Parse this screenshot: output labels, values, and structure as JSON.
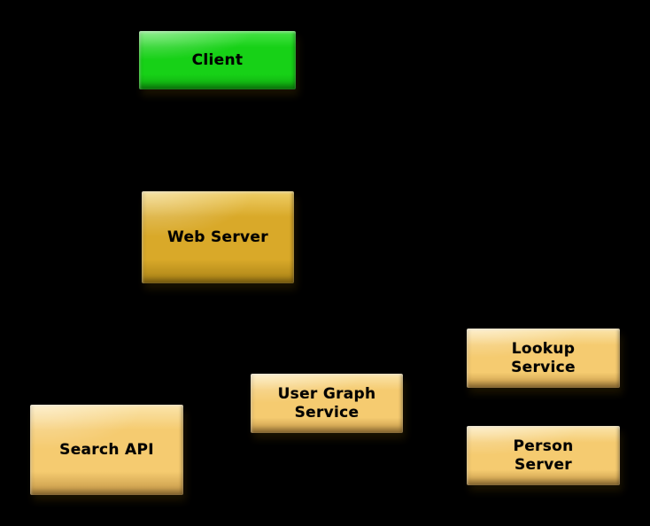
{
  "diagram": {
    "background_color": "#000000",
    "text_color": "#000000",
    "nodes": [
      {
        "id": "client",
        "label": "Client",
        "fill": "#17d117",
        "highlight": "#48e348",
        "edge_shade": "#0fa50f"
      },
      {
        "id": "web-server",
        "label": "Web Server",
        "fill": "#d9a929",
        "highlight": "#efce66",
        "edge_shade": "#a67f15"
      },
      {
        "id": "search-api",
        "label": "Search API",
        "fill": "#f5cb70",
        "highlight": "#fbe5ac",
        "edge_shade": "#c09344"
      },
      {
        "id": "user-graph-service",
        "label": "User Graph\nService",
        "fill": "#f5cb70",
        "highlight": "#fbe5ac",
        "edge_shade": "#c09344"
      },
      {
        "id": "lookup-service",
        "label": "Lookup\nService",
        "fill": "#f5cb70",
        "highlight": "#fbe5ac",
        "edge_shade": "#c09344"
      },
      {
        "id": "person-server",
        "label": "Person\nServer",
        "fill": "#f5cb70",
        "highlight": "#fbe5ac",
        "edge_shade": "#c09344"
      }
    ]
  }
}
